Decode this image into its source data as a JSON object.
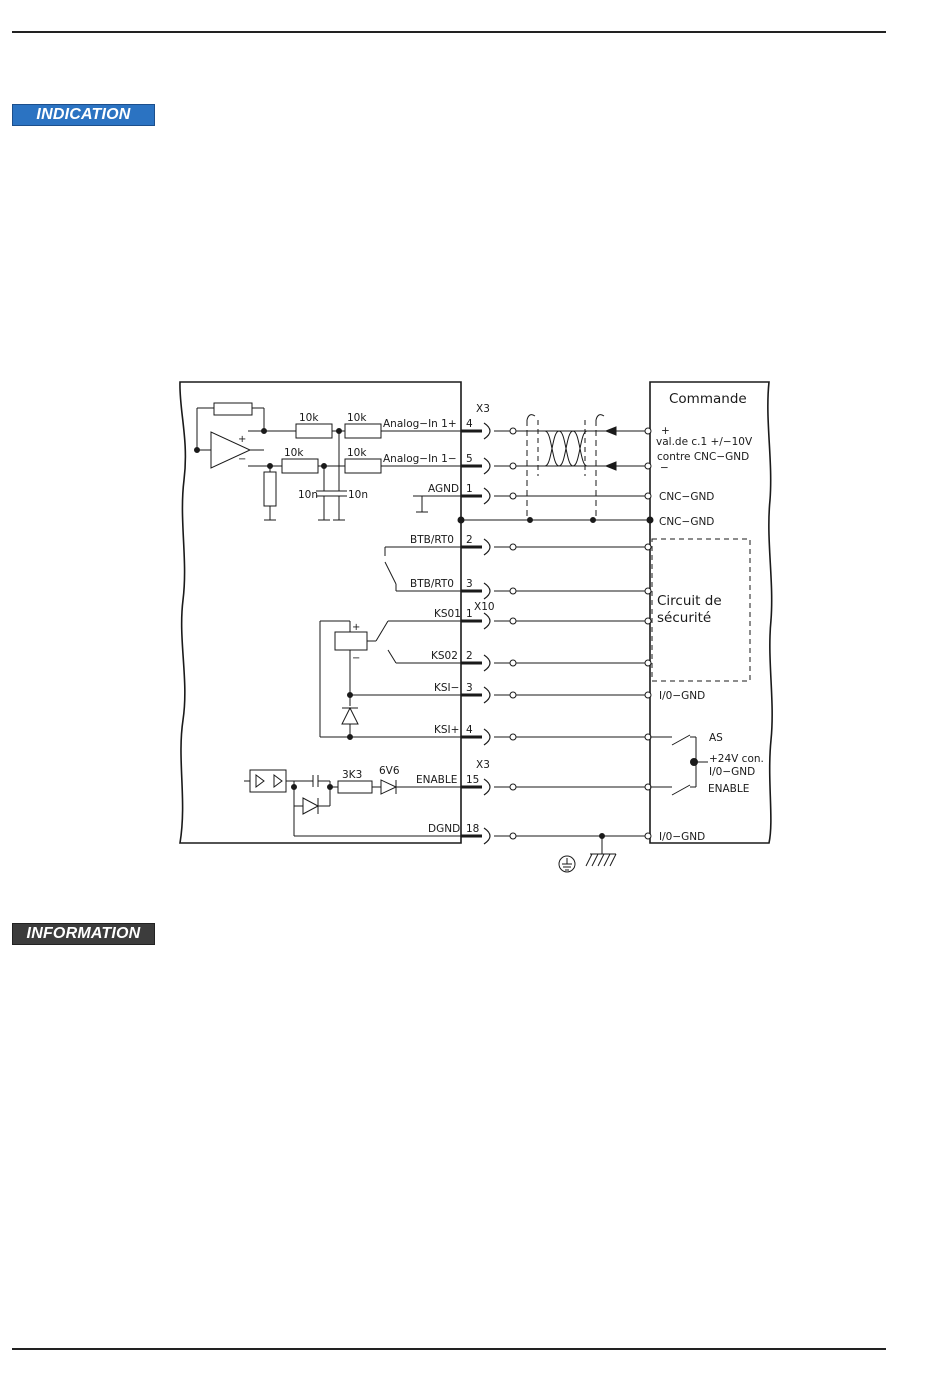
{
  "badges": {
    "indication": "INDICATION",
    "information": "INFORMATION"
  },
  "diagram": {
    "x3_top": "X3",
    "x3_bottom": "X3",
    "x10": "X10",
    "commande": "Commande",
    "circuit_line1": "Circuit de",
    "circuit_line2": "sécurité",
    "plus": "+",
    "minus": "−",
    "setpoint": "val.de c.1 +/−10V",
    "contre": "contre CNC−GND",
    "cnc_gnd_1": "CNC−GND",
    "cnc_gnd_2": "CNC−GND",
    "io_gnd_1": "I/0−GND",
    "io_gnd_2": "I/0−GND",
    "as": "AS",
    "v24": "+24V con.",
    "io_gnd_small": "I/0−GND",
    "enable_right": "ENABLE",
    "signals": {
      "analog_in1p": "Analog−In 1+",
      "analog_in1m": "Analog−In 1−",
      "agnd": "AGND",
      "btb1": "BTB/RT0",
      "btb2": "BTB/RT0",
      "ks01": "KS01",
      "ks02": "KS02",
      "ksi_m": "KSI−",
      "ksi_p": "KSI+",
      "enable": "ENABLE",
      "dgnd": "DGND"
    },
    "pins": {
      "p4": "4",
      "p5": "5",
      "p1": "1",
      "p2": "2",
      "p3": "3",
      "p10_1": "1",
      "p10_2": "2",
      "p10_3": "3",
      "p10_4": "4",
      "p15": "15",
      "p18": "18"
    },
    "components": {
      "r1": "10k",
      "r2": "10k",
      "r3": "10k",
      "r4": "10k",
      "c1": "10n",
      "c2": "10n",
      "r3k3": "3K3",
      "z6v6": "6V6",
      "opamp_plus": "+",
      "opamp_minus": "−",
      "relay_plus": "+",
      "relay_minus": "−"
    }
  }
}
